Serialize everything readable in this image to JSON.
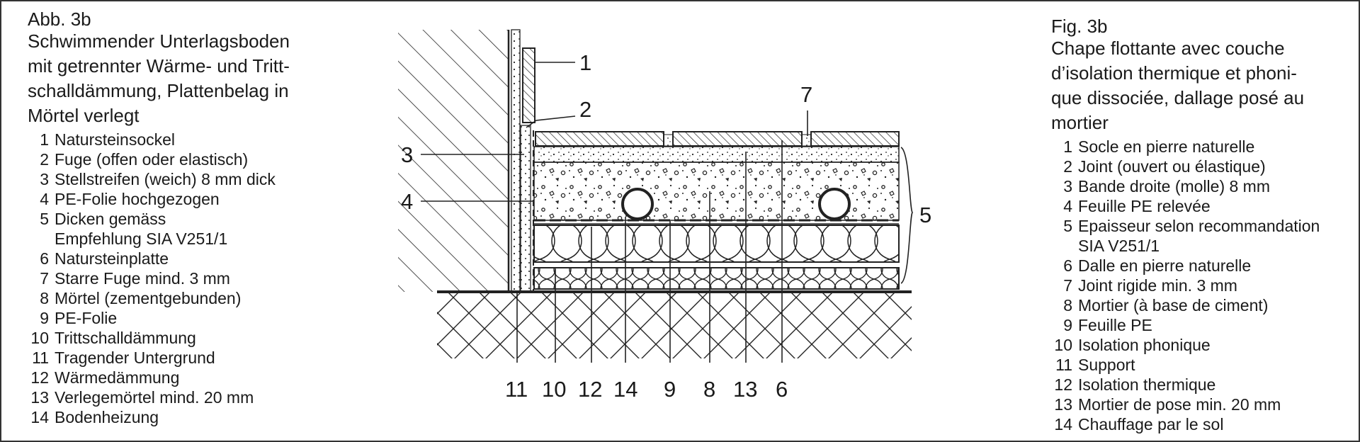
{
  "german": {
    "fig_label": "Abb. 3b",
    "description_lines": [
      "Schwimmender Unterlagsboden",
      "mit getrennter Wärme- und Tritt-",
      "schalldämmung, Plattenbelag in",
      "Mörtel verlegt"
    ],
    "legend": [
      {
        "n": "1",
        "text": "Natursteinsockel"
      },
      {
        "n": "2",
        "text": "Fuge (offen oder elastisch)"
      },
      {
        "n": "3",
        "text": "Stellstreifen (weich) 8 mm dick"
      },
      {
        "n": "4",
        "text": "PE-Folie hochgezogen"
      },
      {
        "n": "5",
        "text": "Dicken gemäss\nEmpfehlung SIA V251/1"
      },
      {
        "n": "6",
        "text": "Natursteinplatte"
      },
      {
        "n": "7",
        "text": "Starre Fuge mind. 3 mm"
      },
      {
        "n": "8",
        "text": "Mörtel (zementgebunden)"
      },
      {
        "n": "9",
        "text": "PE-Folie"
      },
      {
        "n": "10",
        "text": "Trittschalldämmung"
      },
      {
        "n": "11",
        "text": "Tragender Untergrund"
      },
      {
        "n": "12",
        "text": "Wärmedämmung"
      },
      {
        "n": "13",
        "text": "Verlegemörtel mind. 20 mm"
      },
      {
        "n": "14",
        "text": "Bodenheizung"
      }
    ]
  },
  "french": {
    "fig_label": "Fig. 3b",
    "description_lines": [
      "Chape flottante avec couche",
      "d’isolation thermique et phoni-",
      "que dissociée, dallage posé au",
      "mortier"
    ],
    "legend": [
      {
        "n": "1",
        "text": "Socle en pierre naturelle"
      },
      {
        "n": "2",
        "text": "Joint (ouvert ou élastique)"
      },
      {
        "n": "3",
        "text": "Bande droite (molle) 8 mm"
      },
      {
        "n": "4",
        "text": "Feuille PE relevée"
      },
      {
        "n": "5",
        "text": "Epaisseur selon recommandation\nSIA V251/1"
      },
      {
        "n": "6",
        "text": "Dalle en pierre naturelle"
      },
      {
        "n": "7",
        "text": "Joint rigide min. 3 mm"
      },
      {
        "n": "8",
        "text": "Mortier (à base de ciment)"
      },
      {
        "n": "9",
        "text": "Feuille PE"
      },
      {
        "n": "10",
        "text": "Isolation phonique"
      },
      {
        "n": "11",
        "text": "Support"
      },
      {
        "n": "12",
        "text": "Isolation thermique"
      },
      {
        "n": "13",
        "text": "Mortier de pose min. 20 mm"
      },
      {
        "n": "14",
        "text": "Chauffage par le sol"
      }
    ]
  },
  "diagram": {
    "callouts": {
      "c1": "1",
      "c2": "2",
      "c3": "3",
      "c4": "4",
      "c5": "5",
      "c7": "7",
      "b11": "11",
      "b10": "10",
      "b12": "12",
      "b14": "14",
      "b9": "9",
      "b8": "8",
      "b13": "13",
      "b6": "6"
    }
  }
}
